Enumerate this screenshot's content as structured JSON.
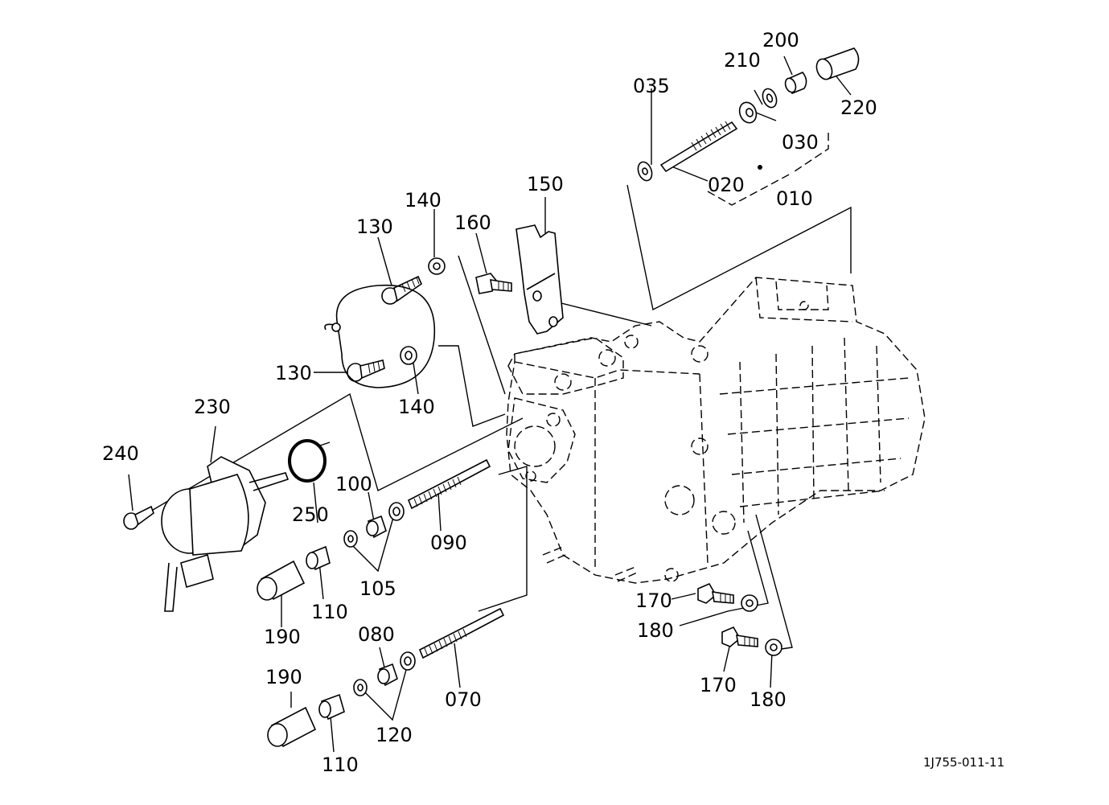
{
  "diagram": {
    "labels": {
      "p010": "010",
      "p020": "020",
      "p030": "030",
      "p035": "035",
      "p200": "200",
      "p210": "210",
      "p220": "220",
      "p150": "150",
      "p160": "160",
      "p140a": "140",
      "p130a": "130",
      "p130b": "130",
      "p140b": "140",
      "p230": "230",
      "p240": "240",
      "p250": "250",
      "p100": "100",
      "p090": "090",
      "p105": "105",
      "p110a": "110",
      "p190a": "190",
      "p080": "080",
      "p070": "070",
      "p120": "120",
      "p110b": "110",
      "p190b": "190",
      "p170a": "170",
      "p180a": "180",
      "p170b": "170",
      "p180b": "180"
    },
    "reference": "1J755-011-11"
  }
}
